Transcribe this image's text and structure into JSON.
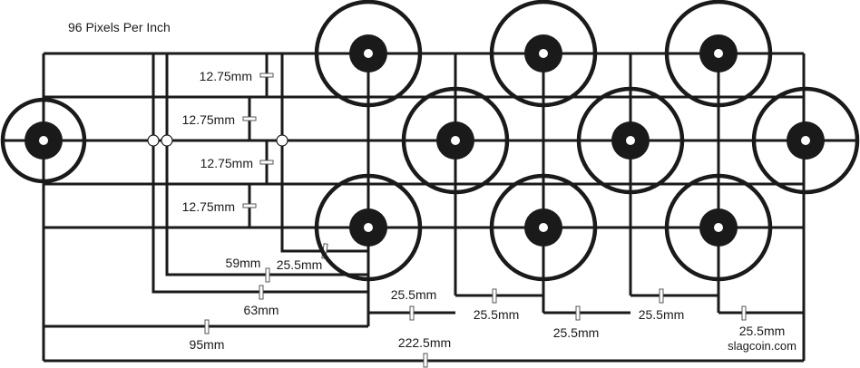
{
  "title": "96 Pixels Per Inch",
  "credit": "slagcoin.com",
  "vertical_spacings": [
    "12.75mm",
    "12.75mm",
    "12.75mm",
    "12.75mm"
  ],
  "offsets": {
    "a": "25.5mm",
    "b": "59mm",
    "c": "63mm",
    "d": "95mm",
    "total": "222.5mm"
  },
  "button_spacings": [
    "25.5mm",
    "25.5mm",
    "25.5mm",
    "25.5mm",
    "25.5mm"
  ],
  "colors": {
    "line": "#1a1a1a",
    "background": "#ffffff"
  }
}
